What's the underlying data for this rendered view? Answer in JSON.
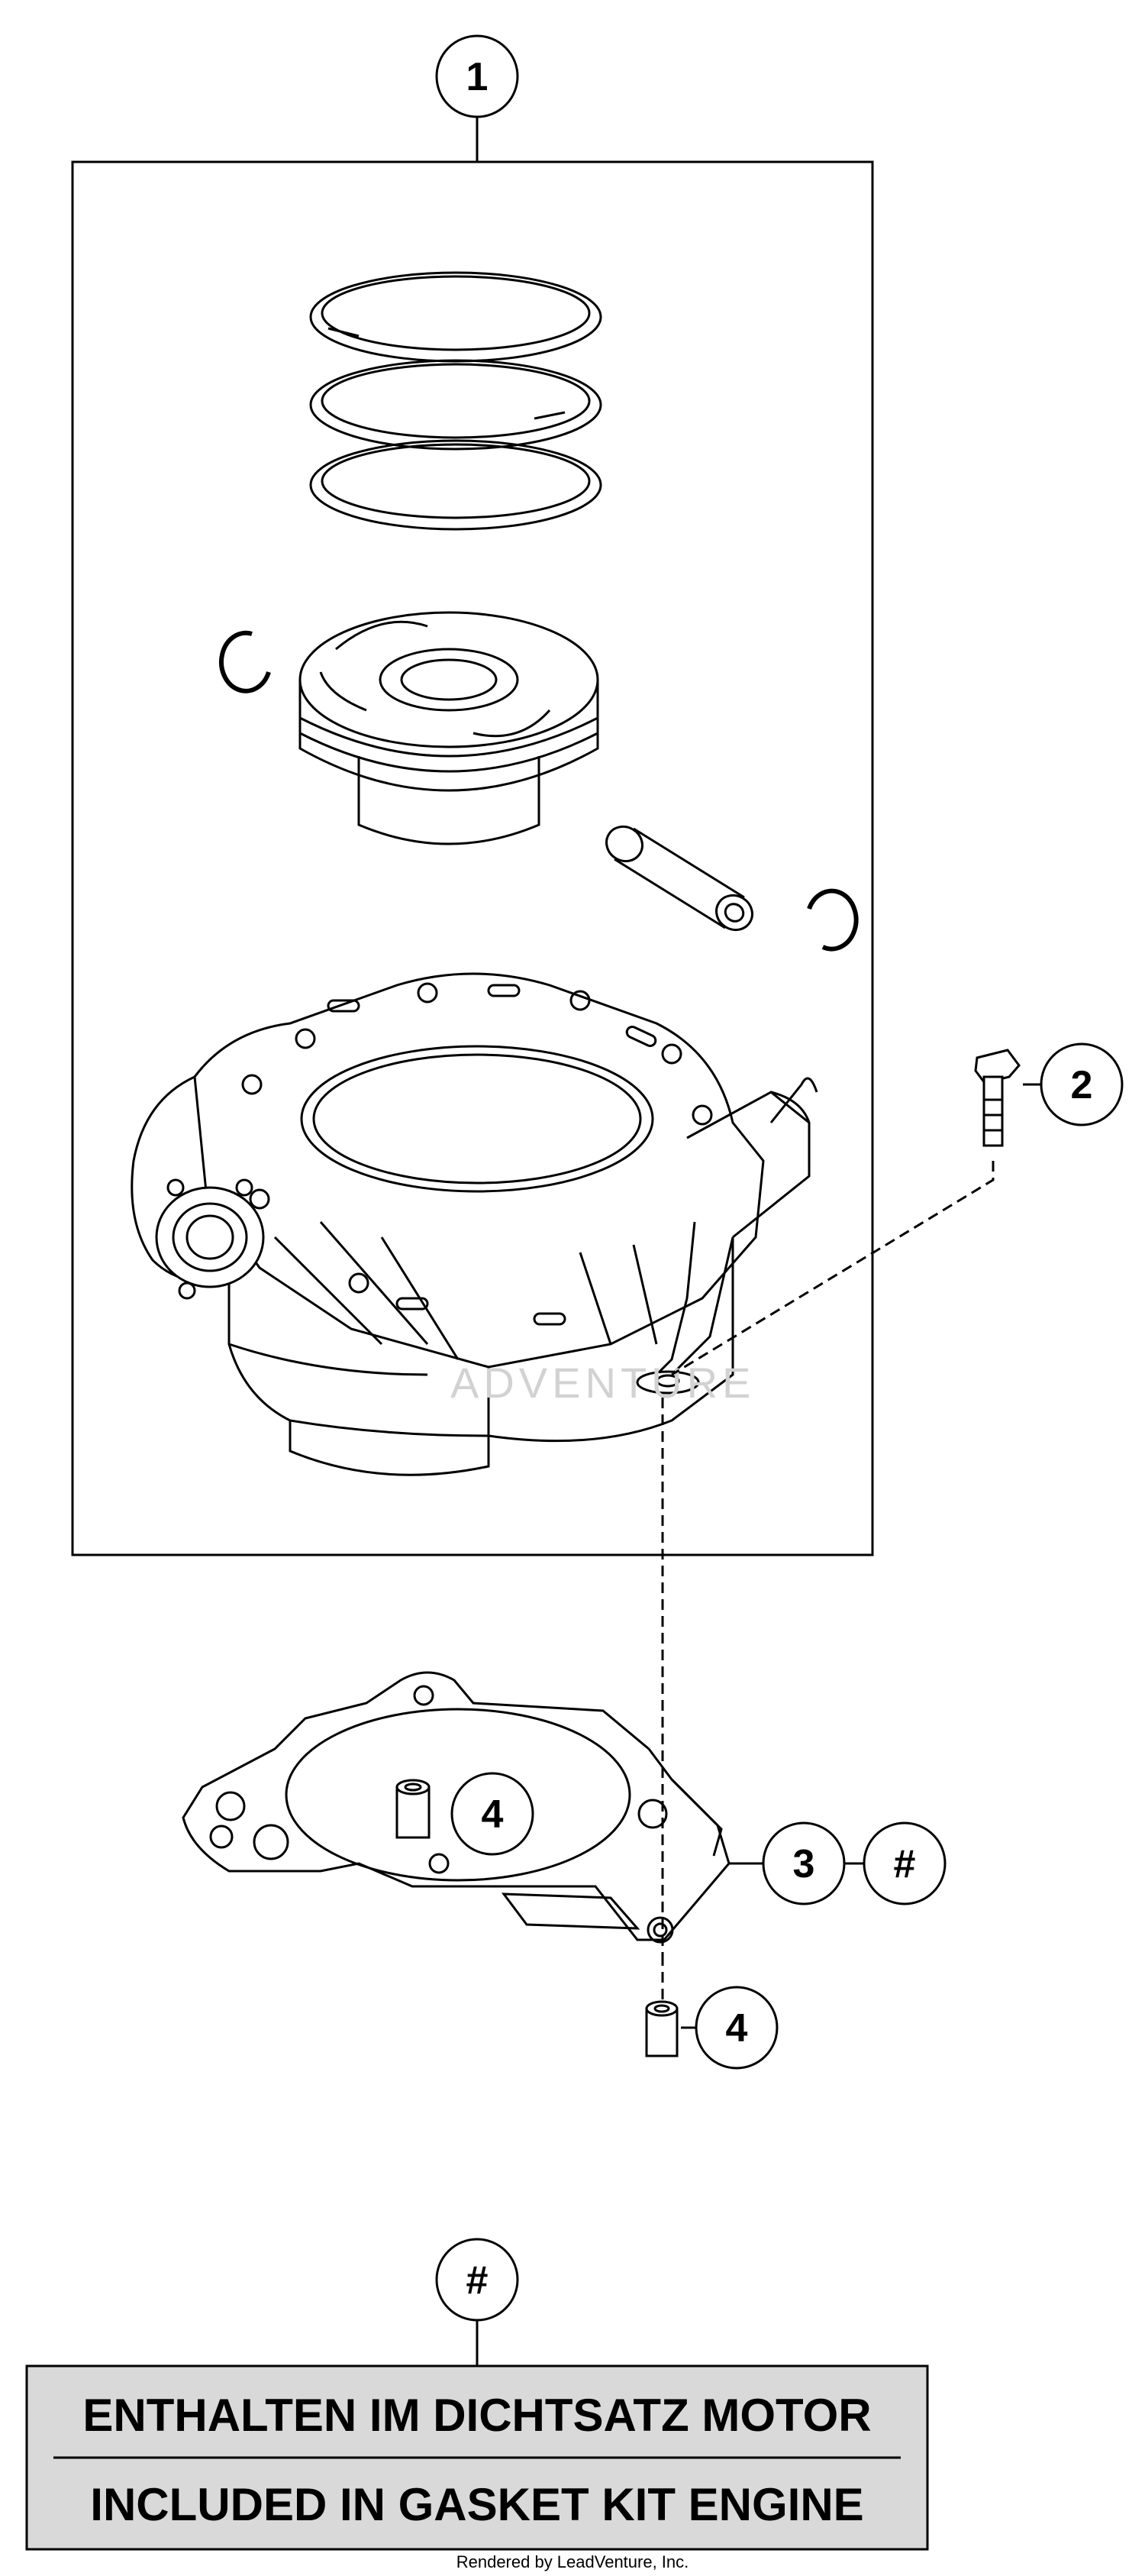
{
  "callouts": {
    "c1": "1",
    "c2": "2",
    "c3": "3",
    "c3_note": "#",
    "c4_gasket": "4",
    "c4_bottom": "4",
    "note_ref": "#"
  },
  "parts": {
    "piston_rings": "piston-rings",
    "piston": "piston",
    "piston_pin": "piston-pin",
    "circlip": "circlip",
    "cylinder": "cylinder",
    "screw": "screw",
    "gasket": "cylinder-base-gasket",
    "dowel": "dowel-sleeve"
  },
  "note": {
    "line1": "ENTHALTEN IM DICHTSATZ MOTOR",
    "line2": "INCLUDED IN GASKET KIT ENGINE"
  },
  "watermark": "ADVENTURE",
  "footer": "Rendered by LeadVenture, Inc.",
  "colors": {
    "line": "#000000",
    "note_box_fill": "#d9d9d9",
    "watermark": "#d2d2d2"
  }
}
